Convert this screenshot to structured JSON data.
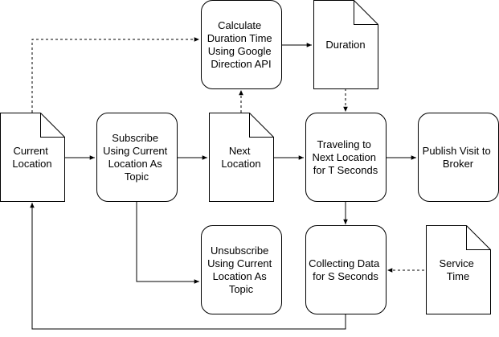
{
  "diagram": {
    "nodes": {
      "current_location": {
        "lines": [
          "Current",
          "Location"
        ],
        "shape": "document"
      },
      "subscribe": {
        "lines": [
          "Subscribe",
          "Using Current",
          "Location As",
          "Topic"
        ],
        "shape": "rounded"
      },
      "next_location": {
        "lines": [
          "Next",
          "Location"
        ],
        "shape": "document"
      },
      "calculate_duration": {
        "lines": [
          "Calculate",
          "Duration Time",
          "Using Google",
          "Direction API"
        ],
        "shape": "rounded"
      },
      "duration": {
        "lines": [
          "Duration"
        ],
        "shape": "document"
      },
      "traveling": {
        "lines": [
          "Traveling to",
          "Next Location",
          "for T Seconds"
        ],
        "shape": "rounded"
      },
      "publish": {
        "lines": [
          "Publish Visit to",
          "Broker"
        ],
        "shape": "rounded"
      },
      "unsubscribe": {
        "lines": [
          "Unsubscribe",
          "Using Current",
          "Location As",
          "Topic"
        ],
        "shape": "rounded"
      },
      "collecting": {
        "lines": [
          "Collecting Data",
          "for S Seconds"
        ],
        "shape": "rounded"
      },
      "service_time": {
        "lines": [
          "Service",
          "Time"
        ],
        "shape": "document"
      }
    },
    "edges": [
      {
        "from": "current_location",
        "to": "subscribe",
        "style": "solid"
      },
      {
        "from": "subscribe",
        "to": "next_location",
        "style": "solid"
      },
      {
        "from": "next_location",
        "to": "traveling",
        "style": "solid"
      },
      {
        "from": "traveling",
        "to": "publish",
        "style": "solid"
      },
      {
        "from": "current_location",
        "to": "calculate_duration",
        "style": "dashed"
      },
      {
        "from": "calculate_duration",
        "to": "duration",
        "style": "solid"
      },
      {
        "from": "next_location",
        "to": "calculate_duration",
        "style": "dashed"
      },
      {
        "from": "duration",
        "to": "traveling",
        "style": "dashed"
      },
      {
        "from": "traveling",
        "to": "collecting",
        "style": "solid"
      },
      {
        "from": "service_time",
        "to": "collecting",
        "style": "dashed"
      },
      {
        "from": "subscribe",
        "to": "unsubscribe",
        "style": "solid"
      },
      {
        "from": "collecting",
        "to": "current_location",
        "style": "solid"
      }
    ]
  }
}
